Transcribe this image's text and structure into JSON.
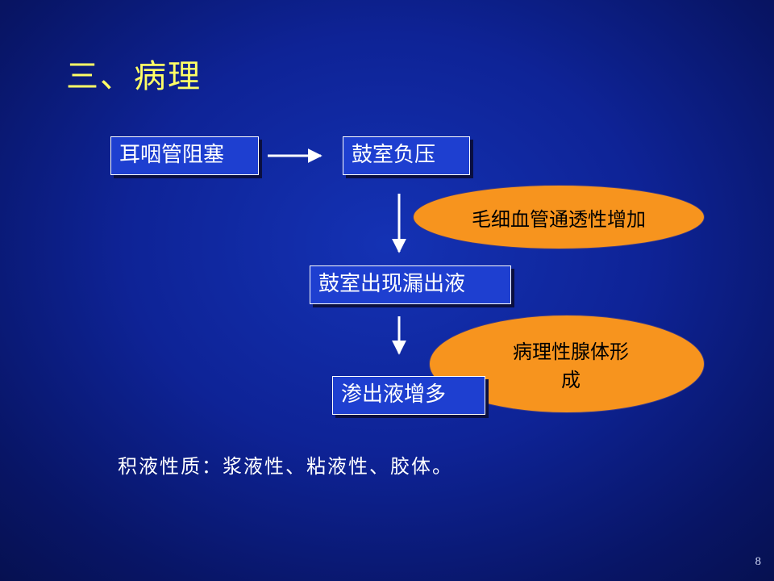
{
  "slide": {
    "title": "三、病理",
    "page_number": "8"
  },
  "diagram": {
    "nodes": {
      "eustachian_tube_blockage": "耳咽管阻塞",
      "negative_pressure": "鼓室负压",
      "capillary_permeability": "毛细血管通透性增加",
      "exudate_appears": "鼓室出现漏出液",
      "gland_formation_line1": "病理性腺体形",
      "gland_formation_line2": "成",
      "exudate_increases": "渗出液增多"
    },
    "note": "积液性质：浆液性、粘液性、胶体。"
  },
  "colors": {
    "title": "#ffff66",
    "box_fill": "#1e3fd0",
    "ellipse_fill": "#f7941e",
    "text": "#ffffff"
  }
}
